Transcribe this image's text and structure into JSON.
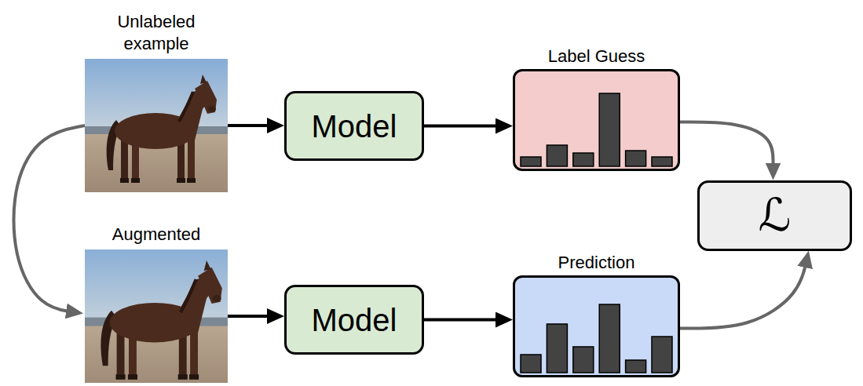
{
  "diagram": {
    "nodes": [
      {
        "text": [
          "Unlabeled example"
        ]
      },
      {
        "text": [
          "Model"
        ]
      },
      {
        "text": [
          "Label Guess"
        ]
      },
      {
        "text": [
          "Augmented"
        ]
      },
      {
        "text": [
          "Model"
        ]
      },
      {
        "text": [
          "Prediction"
        ]
      },
      {
        "text": [
          "ℒ"
        ]
      }
    ],
    "edges": [
      {
        "from": 0,
        "to": 1,
        "arrow": "to"
      },
      {
        "from": 1,
        "to": 2,
        "arrow": "to"
      },
      {
        "from": 0,
        "to": 3,
        "arrow": "to"
      },
      {
        "from": 3,
        "to": 4,
        "arrow": "to"
      },
      {
        "from": 4,
        "to": 5,
        "arrow": "to"
      },
      {
        "from": 2,
        "to": 6,
        "arrow": "to"
      },
      {
        "from": 5,
        "to": 6,
        "arrow": "to"
      }
    ]
  }
}
